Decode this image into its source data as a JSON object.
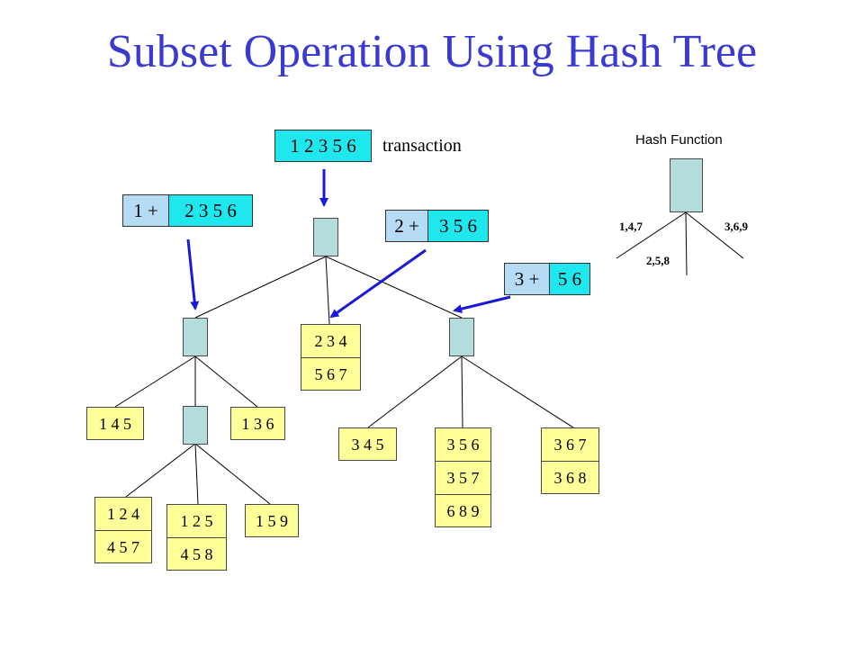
{
  "title": "Subset Operation Using Hash Tree",
  "transaction": {
    "value": "1 2 3 5 6",
    "label": "transaction"
  },
  "splits": [
    {
      "prefix": "1 +",
      "rest": "2 3 5 6"
    },
    {
      "prefix": "2 +",
      "rest": "3 5 6"
    },
    {
      "prefix": "3 +",
      "rest": "5 6"
    }
  ],
  "leaves": {
    "mid_234": [
      "2 3 4",
      "5 6 7"
    ],
    "l_145": [
      "1 4 5"
    ],
    "l_136": [
      "1 3 6"
    ],
    "l_124": [
      "1 2 4",
      "4 5 7"
    ],
    "l_125": [
      "1 2 5",
      "4 5 8"
    ],
    "l_159": [
      "1 5 9"
    ],
    "r_345": [
      "3 4 5"
    ],
    "r_356": [
      "3 5 6",
      "3 5 7",
      "6 8 9"
    ],
    "r_367": [
      "3 6 7",
      "3 6 8"
    ]
  },
  "hash_function": {
    "title": "Hash Function",
    "branches": [
      "1,4,7",
      "2,5,8",
      "3,6,9"
    ]
  },
  "colors": {
    "title": "#3a3ad1",
    "node": "#b5dcdc",
    "leaf": "#ffff99",
    "cyan": "#1ee8ee",
    "prefix": "#b5dcf4",
    "arrow": "#1a1ad6"
  }
}
